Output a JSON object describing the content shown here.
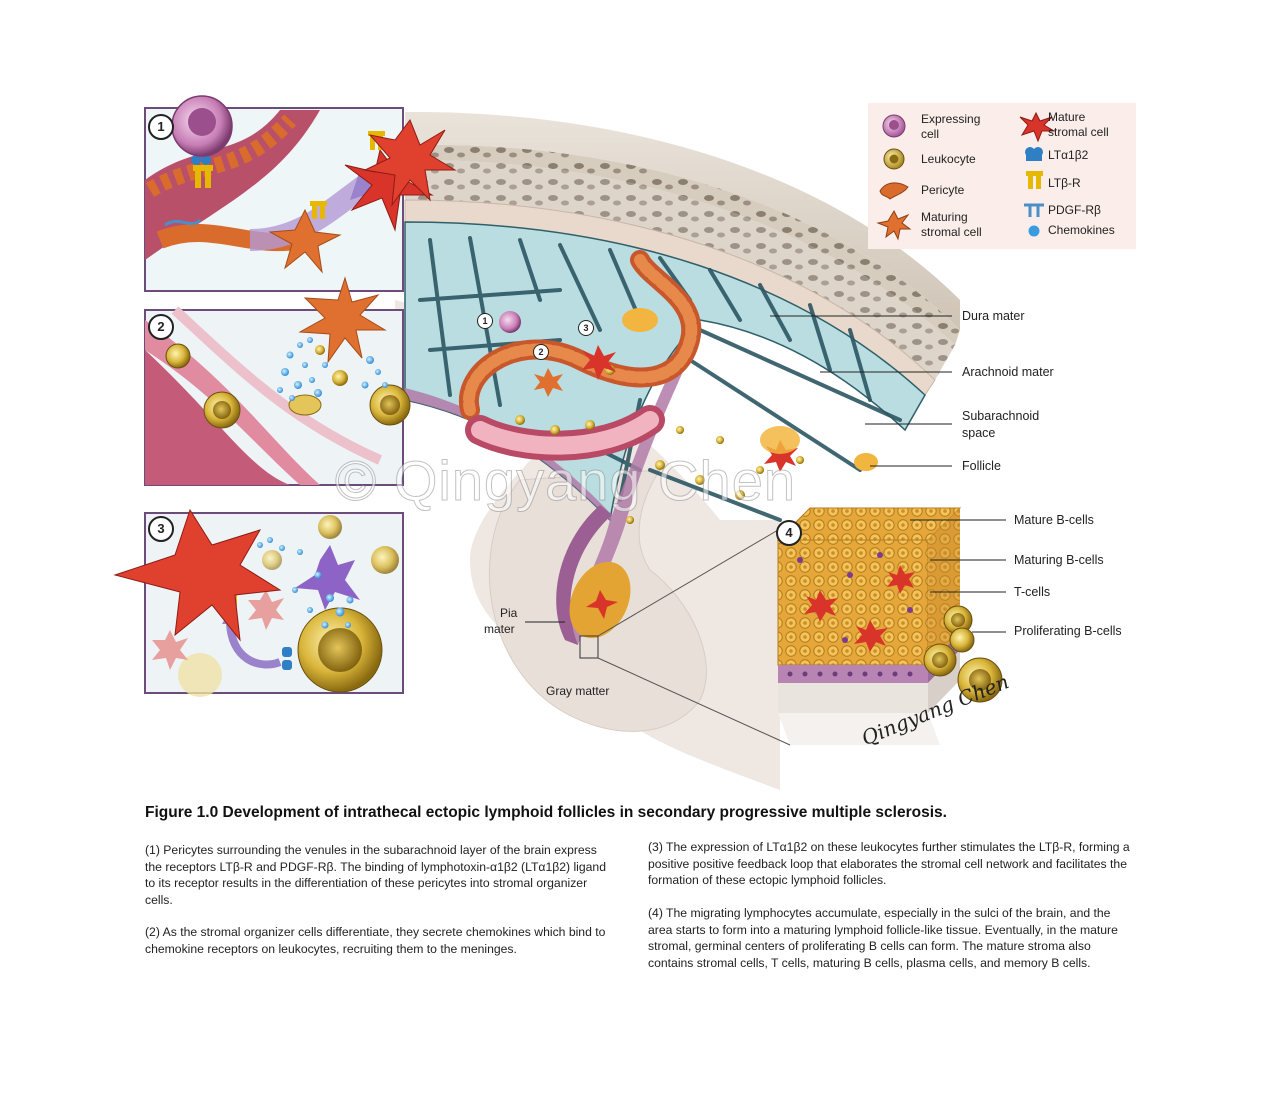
{
  "legend": {
    "items": [
      {
        "label": "Expressing cell",
        "icon": "expressing-cell-icon",
        "color": "#c77db5"
      },
      {
        "label": "Leukocyte",
        "icon": "leukocyte-icon",
        "color": "#d9b53a"
      },
      {
        "label": "Pericyte",
        "icon": "pericyte-icon",
        "color": "#d96c2c"
      },
      {
        "label": "Maturing stromal cell",
        "icon": "maturing-stromal-cell-icon",
        "color": "#e07030"
      },
      {
        "label": "Mature stromal cell",
        "icon": "mature-stromal-cell-icon",
        "color": "#d8342a"
      },
      {
        "label": "LTα1β2",
        "icon": "lta1b2-icon",
        "color": "#2f7fc4"
      },
      {
        "label": "LTβ-R",
        "icon": "ltbr-icon",
        "color": "#e6b800"
      },
      {
        "label": "PDGF-Rβ",
        "icon": "pdgf-rb-icon",
        "color": "#4b8fc9"
      },
      {
        "label": "Chemokines",
        "icon": "chemokine-icon",
        "color": "#3b9be0"
      }
    ]
  },
  "labels": {
    "dura": "Dura mater",
    "arachnoid": "Arachnoid mater",
    "subarachnoid_1": "Subarachnoid",
    "subarachnoid_2": "space",
    "follicle": "Follicle",
    "mature_b": "Mature B-cells",
    "maturing_b": "Maturing B-cells",
    "t_cells": "T-cells",
    "proliferating_b": "Proliferating B-cells",
    "pia_1": "Pia",
    "pia_2": "mater",
    "gray_matter": "Gray matter"
  },
  "panels": [
    "1",
    "2",
    "3",
    "4"
  ],
  "watermark": "© Qingyang Chen",
  "signature": "Qingyang Chen",
  "caption": {
    "title": "Figure 1.0 Development of intrathecal ectopic lymphoid follicles in secondary progressive multiple sclerosis.",
    "p1": "(1) Pericytes surrounding the venules in the subarachnoid layer of the brain express the receptors LTβ-R and PDGF-Rβ. The binding of lymphotoxin-α1β2 (LTα1β2) ligand to its receptor results in the differentiation of these pericytes into stromal organizer cells.",
    "p2": "(2) As the stromal organizer cells differentiate, they secrete chemokines which bind to chemokine receptors on leukocytes, recruiting them to the meninges.",
    "p3": "(3) The expression of LTα1β2 on these leukocytes further stimulates the LTβ-R, forming a positive positive feedback loop that elaborates the stromal cell network and facilitates the formation of these ectopic lymphoid follicles.",
    "p4": "(4) The migrating lymphocytes accumulate, especially in the sulci of the brain, and the area starts to form into a maturing lymphoid follicle-like tissue. Eventually, in the mature stromal, germinal centers of proliferating B cells can form. The mature stroma also contains stromal cells, T cells, maturing B cells, plasma cells, and memory B cells."
  }
}
